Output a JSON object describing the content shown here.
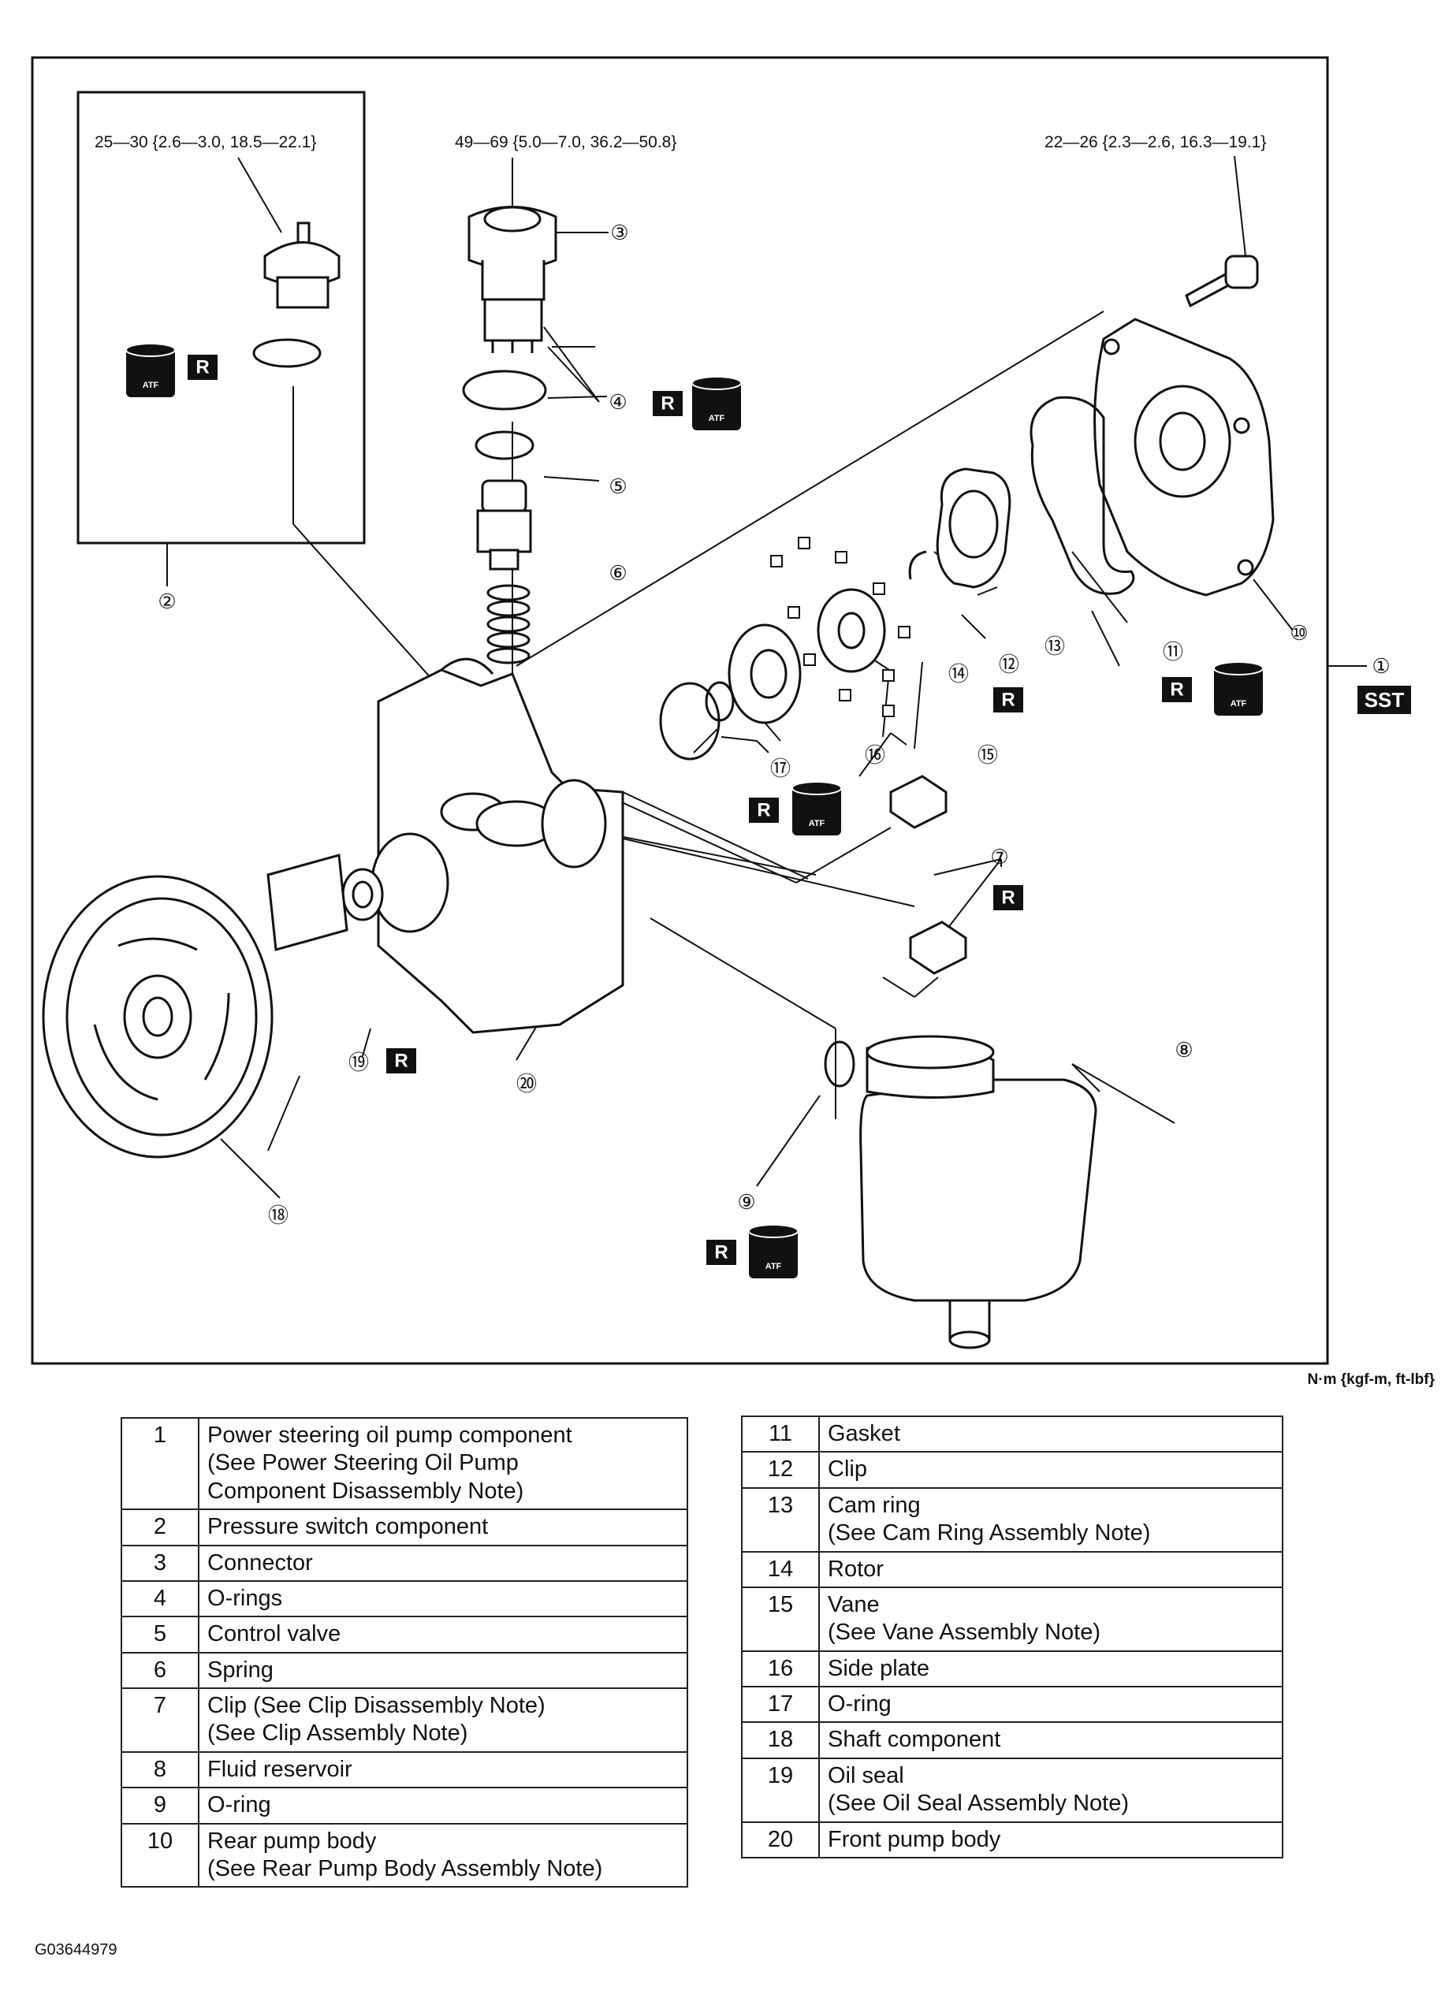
{
  "torque": {
    "pressure_switch": "25—30 {2.6—3.0, 18.5—22.1}",
    "connector": "49—69 {5.0—7.0, 36.2—50.8}",
    "bolt": "22—26 {2.3—2.6, 16.3—19.1}"
  },
  "callouts": [
    "①",
    "②",
    "③",
    "④",
    "⑤",
    "⑥",
    "⑦",
    "⑧",
    "⑨",
    "⑩",
    "⑪",
    "⑫",
    "⑬",
    "⑭",
    "⑮",
    "⑯",
    "⑰",
    "⑱",
    "⑲",
    "⑳"
  ],
  "tags": {
    "replace": "R",
    "fluid": "ATF",
    "special_tool": "SST"
  },
  "units_note": "N·m {kgf-m, ft-lbf}",
  "parts_left": [
    {
      "no": "1",
      "lines": [
        "Power steering oil pump component",
        "(See Power Steering Oil Pump",
        "Component Disassembly Note)"
      ]
    },
    {
      "no": "2",
      "lines": [
        "Pressure switch component"
      ]
    },
    {
      "no": "3",
      "lines": [
        "Connector"
      ]
    },
    {
      "no": "4",
      "lines": [
        "O-rings"
      ]
    },
    {
      "no": "5",
      "lines": [
        "Control valve"
      ]
    },
    {
      "no": "6",
      "lines": [
        "Spring"
      ]
    },
    {
      "no": "7",
      "lines": [
        "Clip (See Clip Disassembly Note)",
        "(See Clip Assembly Note)"
      ]
    },
    {
      "no": "8",
      "lines": [
        "Fluid reservoir"
      ]
    },
    {
      "no": "9",
      "lines": [
        "O-ring"
      ]
    },
    {
      "no": "10",
      "lines": [
        "Rear pump body",
        "(See Rear Pump Body Assembly Note)"
      ]
    }
  ],
  "parts_right": [
    {
      "no": "11",
      "lines": [
        "Gasket"
      ]
    },
    {
      "no": "12",
      "lines": [
        "Clip"
      ]
    },
    {
      "no": "13",
      "lines": [
        "Cam ring",
        "(See Cam Ring Assembly Note)"
      ]
    },
    {
      "no": "14",
      "lines": [
        "Rotor"
      ]
    },
    {
      "no": "15",
      "lines": [
        "Vane",
        "(See Vane Assembly Note)"
      ]
    },
    {
      "no": "16",
      "lines": [
        "Side plate"
      ]
    },
    {
      "no": "17",
      "lines": [
        "O-ring"
      ]
    },
    {
      "no": "18",
      "lines": [
        "Shaft component"
      ]
    },
    {
      "no": "19",
      "lines": [
        "Oil seal",
        "(See Oil Seal Assembly Note)"
      ]
    },
    {
      "no": "20",
      "lines": [
        "Front pump body"
      ]
    }
  ],
  "figure_id": "G03644979"
}
